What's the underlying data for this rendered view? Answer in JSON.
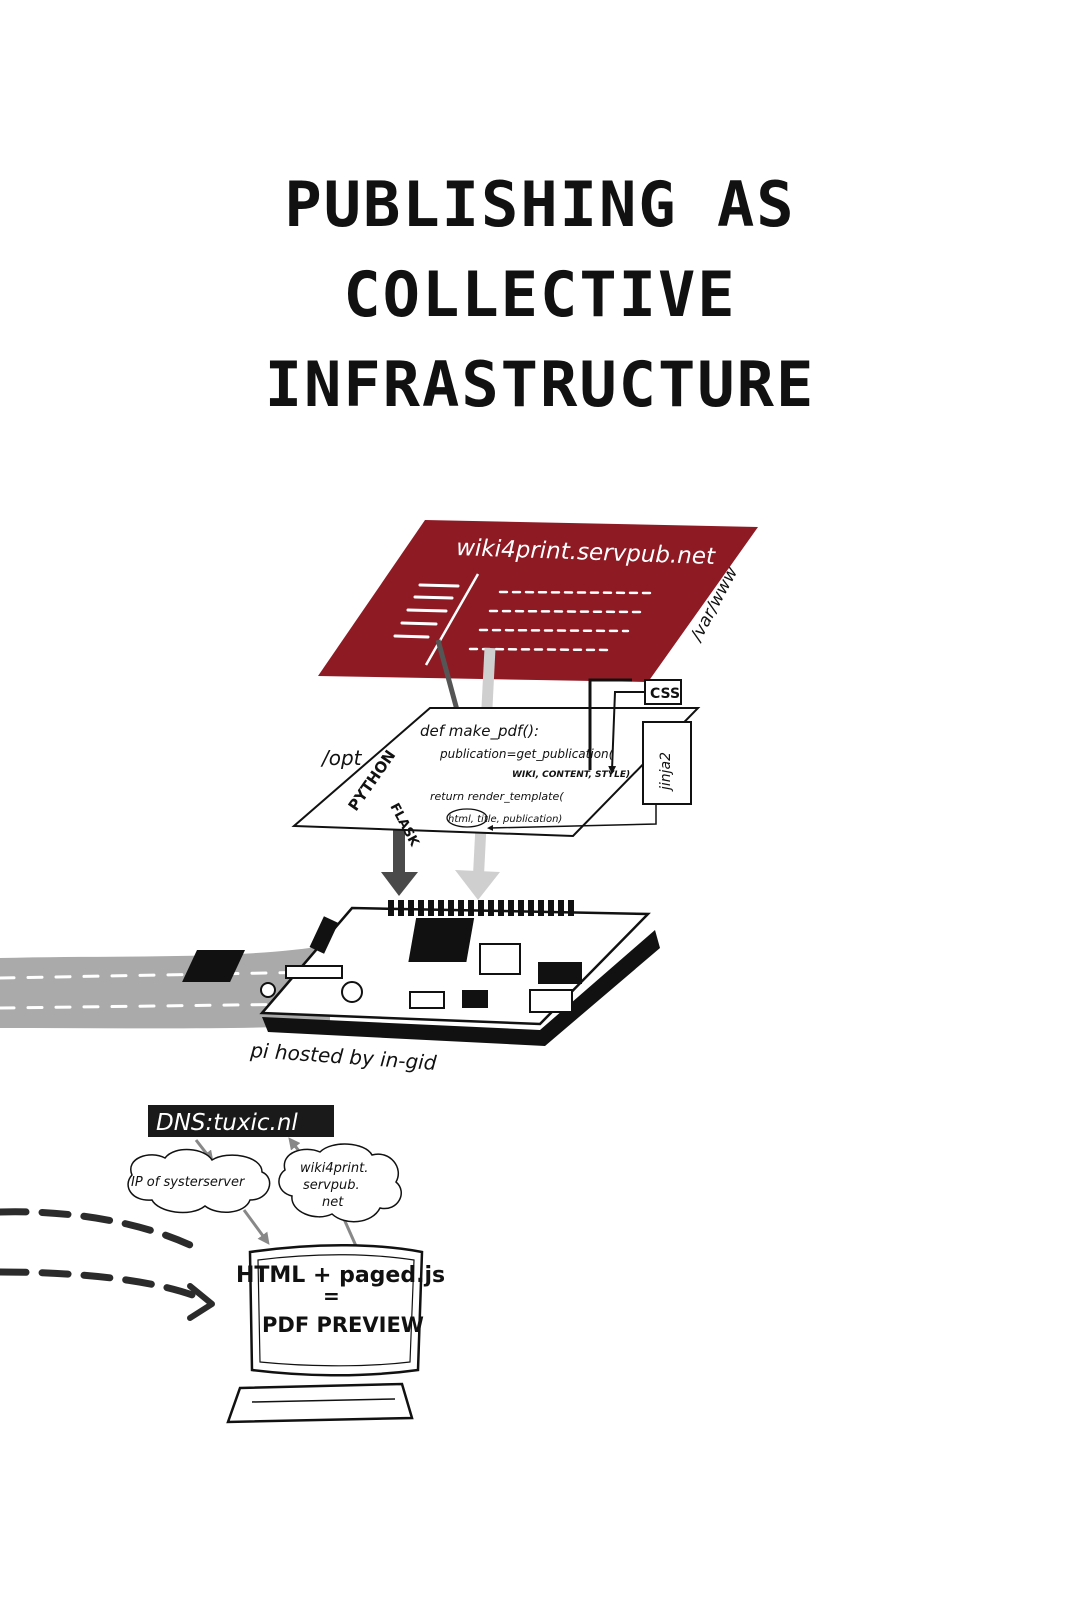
{
  "title": {
    "lines": [
      "PUBLISHING AS",
      "COLLECTIVE",
      "INFRASTRUCTURE"
    ]
  },
  "diagram": {
    "website": {
      "url": "wiki4print.servpub.net",
      "path": "/var/www"
    },
    "code": {
      "path": "/opt",
      "lang_python": "PYTHON",
      "lang_flask": "FLASK",
      "line_def": "def make_pdf():",
      "line_pub": "publication=get_publication(",
      "line_args": "WIKI, CONTENT, STYLE)",
      "line_return": "return render_template(",
      "line_params": "html, title, publication)",
      "css_label": "CSS",
      "jinja_label": "jinja2"
    },
    "pi": {
      "caption": "pi hosted by in-gid"
    },
    "dns": {
      "label": "DNS:tuxic.nl",
      "bubble_left": "IP of systerserver",
      "bubble_right_line1": "wiki4print.",
      "bubble_right_line2": "servpub.",
      "bubble_right_line3": "net"
    },
    "computer": {
      "line1": "HTML + paged.js",
      "line2": "=",
      "line3": "PDF PREVIEW"
    }
  },
  "colors": {
    "accent_red": "#8e1a24",
    "ink": "#111111",
    "cable_gray": "#aaaaaa",
    "arrow_light": "#c8c8c8",
    "arrow_dark": "#444444"
  }
}
